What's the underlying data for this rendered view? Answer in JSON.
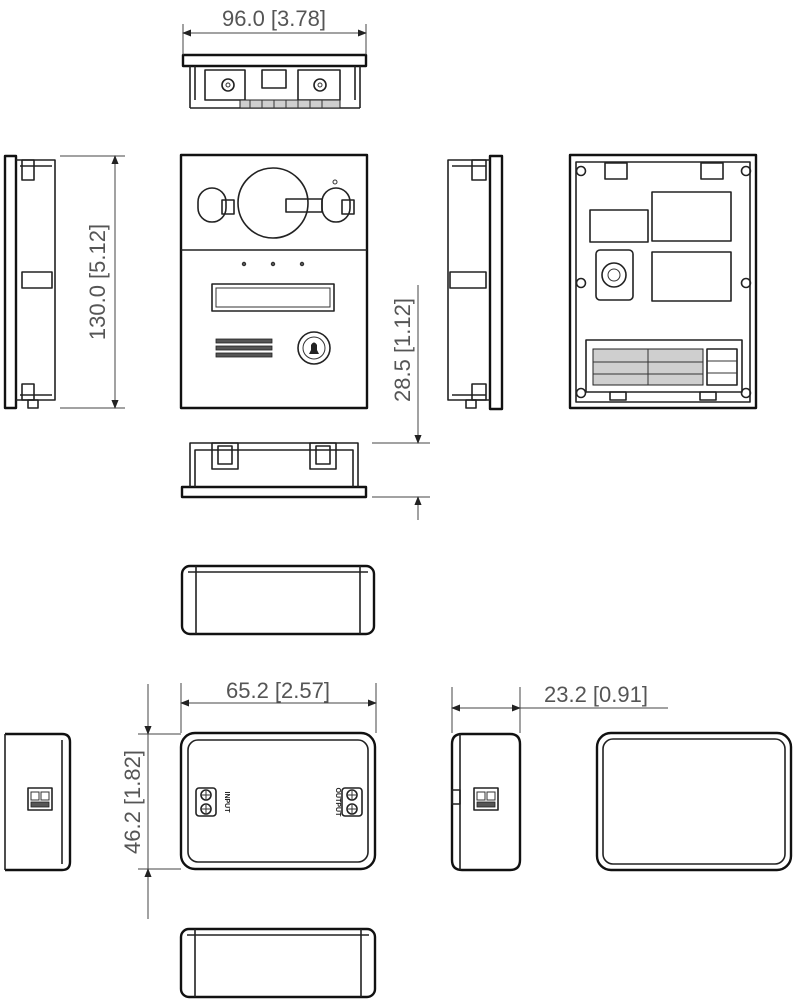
{
  "dimensions": {
    "top_width": "96.0 [3.78]",
    "front_height": "130.0 [5.12]",
    "depth": "28.5 [1.12]",
    "module_width": "65.2  [2.57]",
    "module_height": "46.2  [1.82]",
    "module_depth": "23.2  [0.91]"
  },
  "labels": {
    "input": "INPUT",
    "output": "OUTPUT"
  }
}
